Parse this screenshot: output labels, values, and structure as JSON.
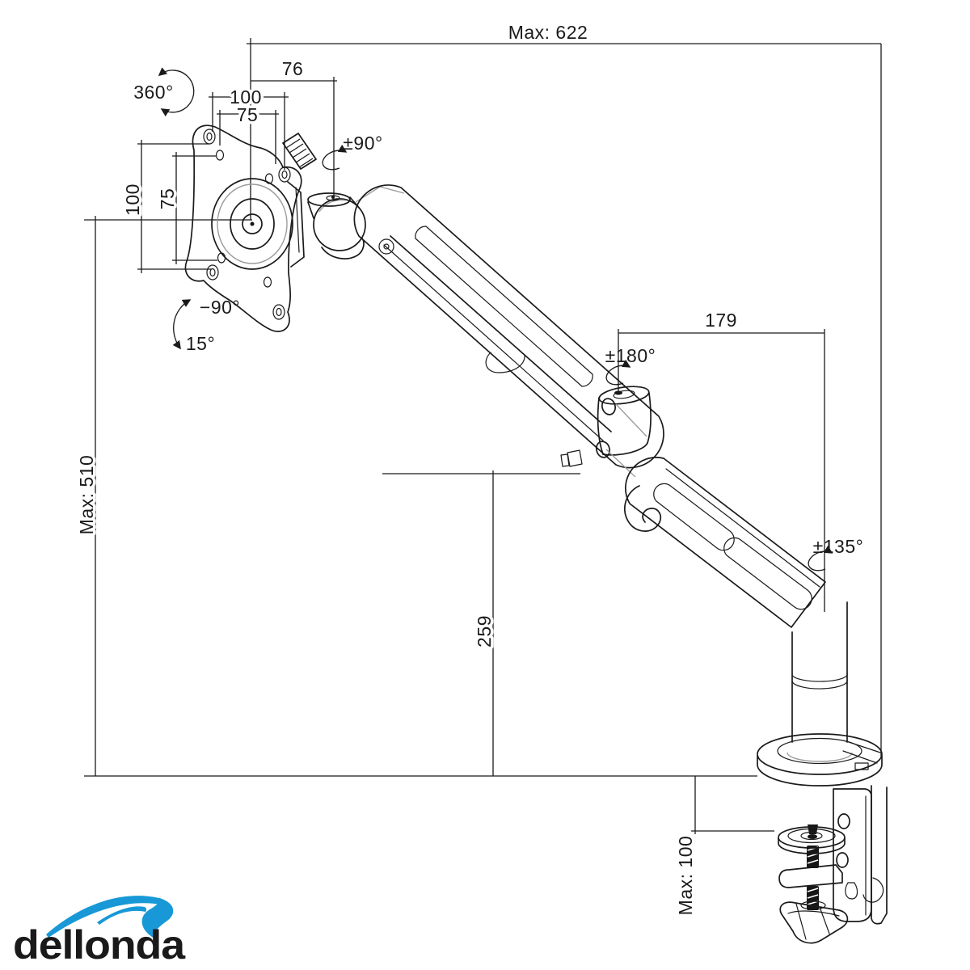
{
  "drawing": {
    "subject": "monitor arm technical drawing",
    "line_color": "#1a1a1a",
    "accent_gray": "#9c9c9c",
    "background": "#ffffff"
  },
  "dimensions": {
    "max_reach": "Max: 622",
    "head_offset": "76",
    "vesa_width_outer": "100",
    "vesa_width_inner": "75",
    "vesa_height_outer": "100",
    "vesa_height_inner": "75",
    "max_height": "Max: 510",
    "column_height": "259",
    "rear_arm_reach": "179",
    "clamp_thickness": "Max: 100"
  },
  "rotations": {
    "vesa_rotate": "360°",
    "head_swivel": "±90°",
    "tilt_up": "−90°",
    "tilt_down": "15°",
    "elbow_swivel": "±180°",
    "base_swivel": "±135°"
  },
  "logo": {
    "text": "dellonda",
    "color": "#1898d6"
  }
}
